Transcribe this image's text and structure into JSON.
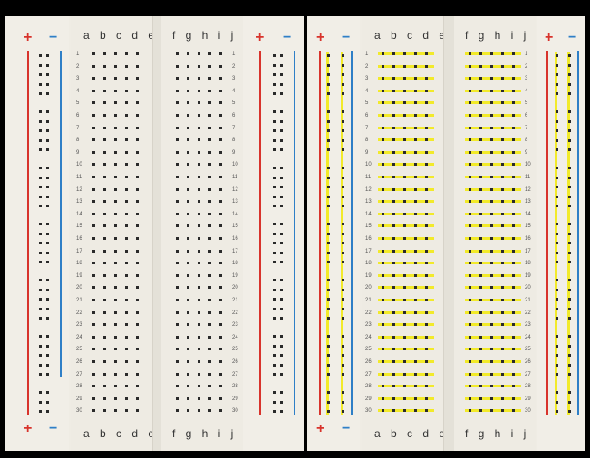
{
  "boards": [
    {
      "id": "left",
      "highlighted": false,
      "top_signs": [
        "+",
        "−",
        "+",
        "−"
      ],
      "bottom_signs": [
        "+",
        "−"
      ],
      "col_labels_left": "a b c d e",
      "col_labels_right": "f g h i j",
      "rows": 30
    },
    {
      "id": "right",
      "highlighted": true,
      "top_signs": [
        "+",
        "−",
        "+",
        "−"
      ],
      "bottom_signs": [
        "+",
        "−"
      ],
      "col_labels_left": "a b c d e",
      "col_labels_right": "f g h i j",
      "rows": 30
    }
  ],
  "colors": {
    "positive_rail": "#d8332c",
    "negative_rail": "#2f7fc7",
    "connection_highlight": "#f2ea2a",
    "hole": "#2a2a2a",
    "board_background": "#efece4"
  }
}
